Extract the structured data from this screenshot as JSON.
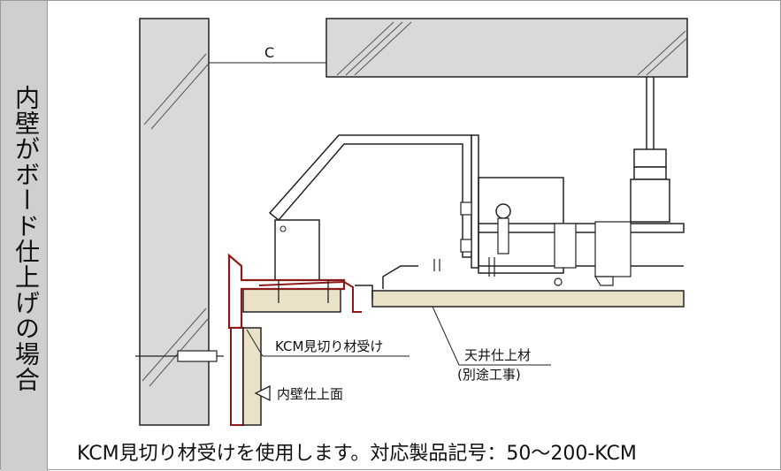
{
  "side_title": "内壁がボード仕上げの場合",
  "labels": {
    "dimension_c": "C",
    "kcm_receiver": "KCM見切り材受け",
    "ceiling_finish": "天井仕上材",
    "ceiling_finish_note": "(別途工事)",
    "inner_wall_finish_surface": "内壁仕上面"
  },
  "caption": "KCM見切り材受けを使用します。対応製品記号：50〜200-KCM",
  "colors": {
    "board": "#e9e2c9",
    "sealant": "#8b1a1a",
    "concrete": "#d9d9d9",
    "line": "#222222"
  }
}
